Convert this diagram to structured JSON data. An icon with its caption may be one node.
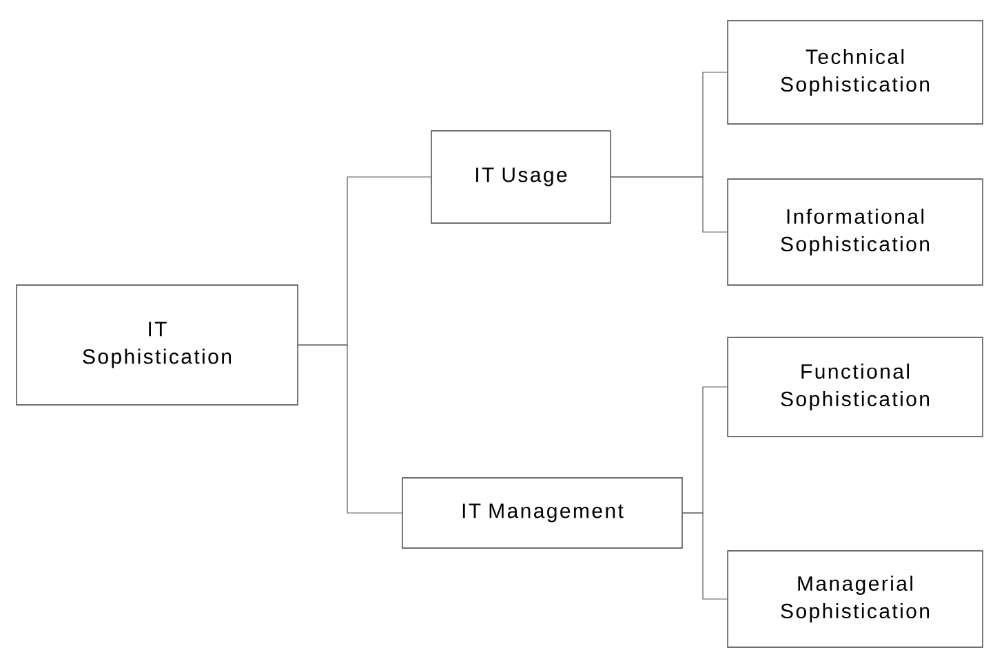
{
  "diagram": {
    "nodes": [
      {
        "text": [
          "IT Sophistication"
        ]
      },
      {
        "text": [
          "IT Usage"
        ]
      },
      {
        "text": [
          "IT Management"
        ]
      },
      {
        "text": [
          "Technical Sophistication"
        ]
      },
      {
        "text": [
          "Informational Sophistication"
        ]
      },
      {
        "text": [
          "Functional Sophistication"
        ]
      },
      {
        "text": [
          "Managerial Sophistication"
        ]
      }
    ],
    "edges": [
      {
        "from": 0,
        "to": 1,
        "arrow": "none"
      },
      {
        "from": 0,
        "to": 2,
        "arrow": "none"
      },
      {
        "from": 1,
        "to": 3,
        "arrow": "none"
      },
      {
        "from": 1,
        "to": 4,
        "arrow": "none"
      },
      {
        "from": 2,
        "to": 5,
        "arrow": "none"
      },
      {
        "from": 2,
        "to": 6,
        "arrow": "none"
      }
    ]
  }
}
